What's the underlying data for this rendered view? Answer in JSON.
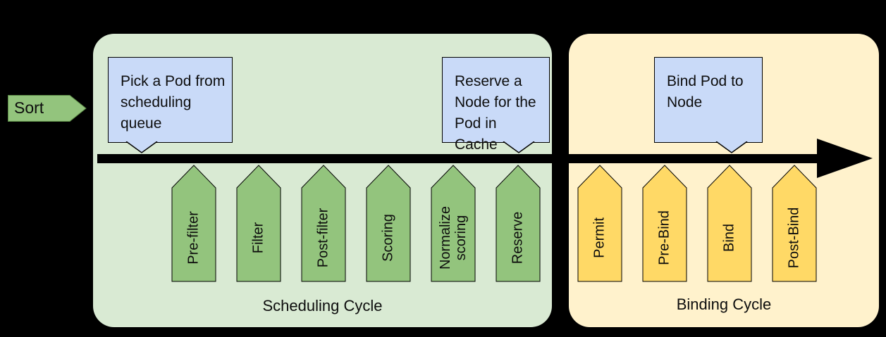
{
  "canvas": {
    "background": "#000000",
    "timeline_color": "#000000"
  },
  "sort_arrow": {
    "label": "Sort",
    "fill": "#93c47d",
    "border": "#5b8a46"
  },
  "scheduling_cycle": {
    "title": "Scheduling Cycle",
    "panel_fill": "#d9ead3",
    "arrow_fill": "#93c47d",
    "arrow_border": "#000000",
    "stages": [
      "Pre-filter",
      "Filter",
      "Post-filter",
      "Scoring",
      "Normalize scoring",
      "Reserve"
    ]
  },
  "binding_cycle": {
    "title": "Binding Cycle",
    "panel_fill": "#fff2cc",
    "arrow_fill": "#ffd966",
    "arrow_border": "#000000",
    "stages": [
      "Permit",
      "Pre-Bind",
      "Bind",
      "Post-Bind"
    ]
  },
  "callouts": [
    {
      "text": "Pick a Pod from scheduling queue",
      "fill": "#c9daf8"
    },
    {
      "text": "Reserve a Node for the Pod in Cache",
      "fill": "#c9daf8"
    },
    {
      "text": "Bind Pod to Node",
      "fill": "#c9daf8"
    }
  ]
}
